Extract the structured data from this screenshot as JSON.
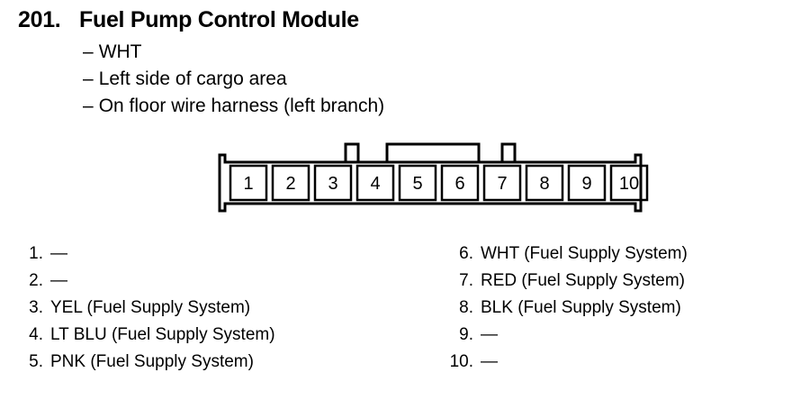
{
  "header": {
    "number": "201.",
    "title": "Fuel Pump Control Module"
  },
  "details": [
    "WHT",
    "Left side of cargo area",
    "On floor wire harness (left branch)"
  ],
  "connector": {
    "pins": [
      "1",
      "2",
      "3",
      "4",
      "5",
      "6",
      "7",
      "8",
      "9",
      "10"
    ]
  },
  "legend_left": [
    {
      "n": "1.",
      "desc": "—"
    },
    {
      "n": "2.",
      "desc": "—"
    },
    {
      "n": "3.",
      "desc": "YEL (Fuel Supply System)"
    },
    {
      "n": "4.",
      "desc": "LT BLU (Fuel Supply System)"
    },
    {
      "n": "5.",
      "desc": "PNK (Fuel Supply System)"
    }
  ],
  "legend_right": [
    {
      "n": "6.",
      "desc": "WHT (Fuel Supply System)"
    },
    {
      "n": "7.",
      "desc": "RED (Fuel Supply System)"
    },
    {
      "n": "8.",
      "desc": "BLK (Fuel Supply System)"
    },
    {
      "n": "9.",
      "desc": "—"
    },
    {
      "n": "10.",
      "desc": "—"
    }
  ]
}
